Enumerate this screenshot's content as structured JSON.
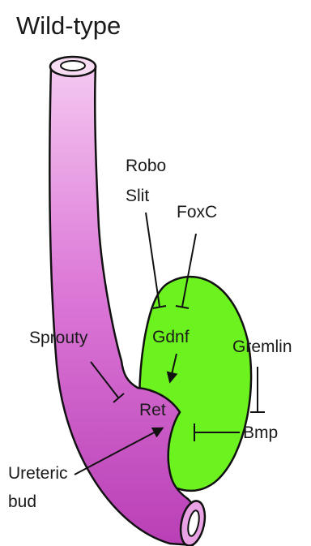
{
  "title": "Wild-type",
  "labels": {
    "robo": "Robo",
    "slit": "Slit",
    "foxc": "FoxC",
    "gdnf": "Gdnf",
    "gremlin": "Gremlin",
    "sprouty": "Sprouty",
    "ret": "Ret",
    "bmp": "Bmp",
    "ureteric": "Ureteric",
    "bud": "bud"
  },
  "colors": {
    "duct_dark": "#b93fb6",
    "duct_light": "#f2c2ee",
    "mesenchyme": "#6cf21f",
    "outline": "#111111"
  }
}
